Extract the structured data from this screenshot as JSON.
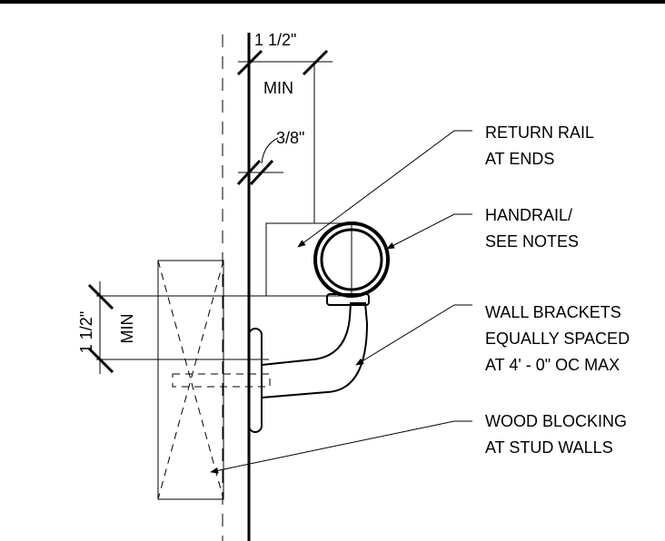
{
  "dimensions": {
    "top_width": "1 1/2\"",
    "top_min": "MIN",
    "wall_gap": "3/8\"",
    "side_height": "1 1/2\"",
    "side_min": "MIN"
  },
  "callouts": {
    "return_rail": [
      "RETURN RAIL",
      "AT ENDS"
    ],
    "handrail": [
      "HANDRAIL/",
      "SEE NOTES"
    ],
    "wall_brackets": [
      "WALL BRACKETS",
      "EQUALLY SPACED",
      "AT 4' - 0\" OC MAX"
    ],
    "wood_blocking": [
      "WOOD BLOCKING",
      "AT STUD WALLS"
    ]
  }
}
